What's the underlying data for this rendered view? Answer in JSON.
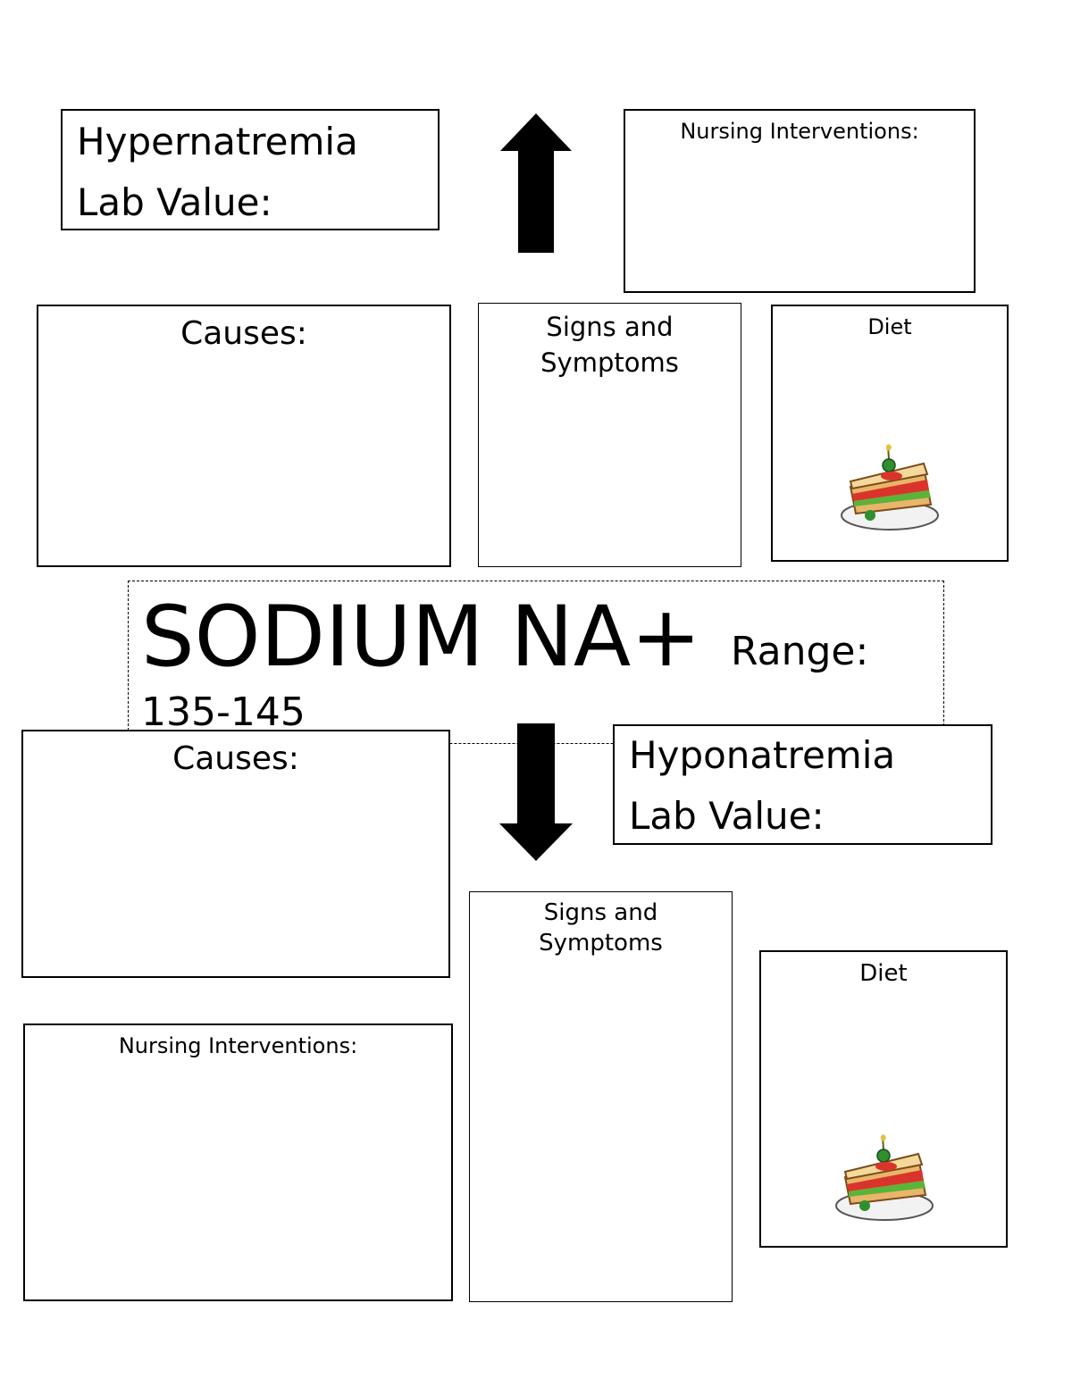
{
  "hyper": {
    "title": "Hypernatremia",
    "lab_value": "Lab Value:",
    "nursing": "Nursing Interventions:",
    "causes": "Causes:",
    "signs": [
      "Signs and",
      "Symptoms"
    ],
    "diet": "Diet"
  },
  "center": {
    "title": "SODIUM NA+",
    "range_label": "Range:",
    "range_value": "135-145"
  },
  "hypo": {
    "title": "Hyponatremia",
    "lab_value": "Lab Value:",
    "causes": "Causes:",
    "signs": [
      "Signs and",
      "Symptoms"
    ],
    "diet": "Diet",
    "nursing": "Nursing Interventions:"
  },
  "icons": {
    "up": "arrow-up-icon",
    "down": "arrow-down-icon",
    "food": "sandwich-icon"
  }
}
